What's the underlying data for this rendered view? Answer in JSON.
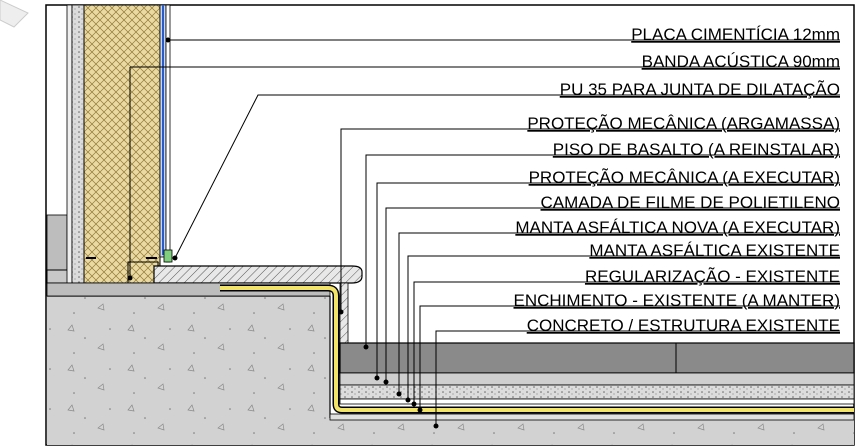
{
  "labels": [
    "PLACA CIMENTÍCIA 12mm",
    "BANDA ACÚSTICA 90mm",
    "PU 35 PARA JUNTA DE DILATAÇÃO",
    "PROTEÇÃO MECÂNICA (ARGAMASSA)",
    "PISO DE BASALTO (A REINSTALAR)",
    "PROTEÇÃO MECÂNICA (A EXECUTAR)",
    "CAMADA DE FILME DE POLIETILENO",
    "MANTA ASFÁLTICA NOVA (A EXECUTAR)",
    "MANTA ASFÁLTICA EXISTENTE",
    "REGULARIZAÇÃO - EXISTENTE",
    "ENCHIMENTO - EXISTENTE (A MANTER)",
    "CONCRETO / ESTRUTURA EXISTENTE"
  ],
  "colors": {
    "line": "#000000",
    "concrete": "#d2d2d2",
    "insulation": "#ead9a0",
    "membrane": "#f2e46a",
    "stone": "#8a8a8a",
    "gypsum_blue": "#2a5cc8"
  }
}
